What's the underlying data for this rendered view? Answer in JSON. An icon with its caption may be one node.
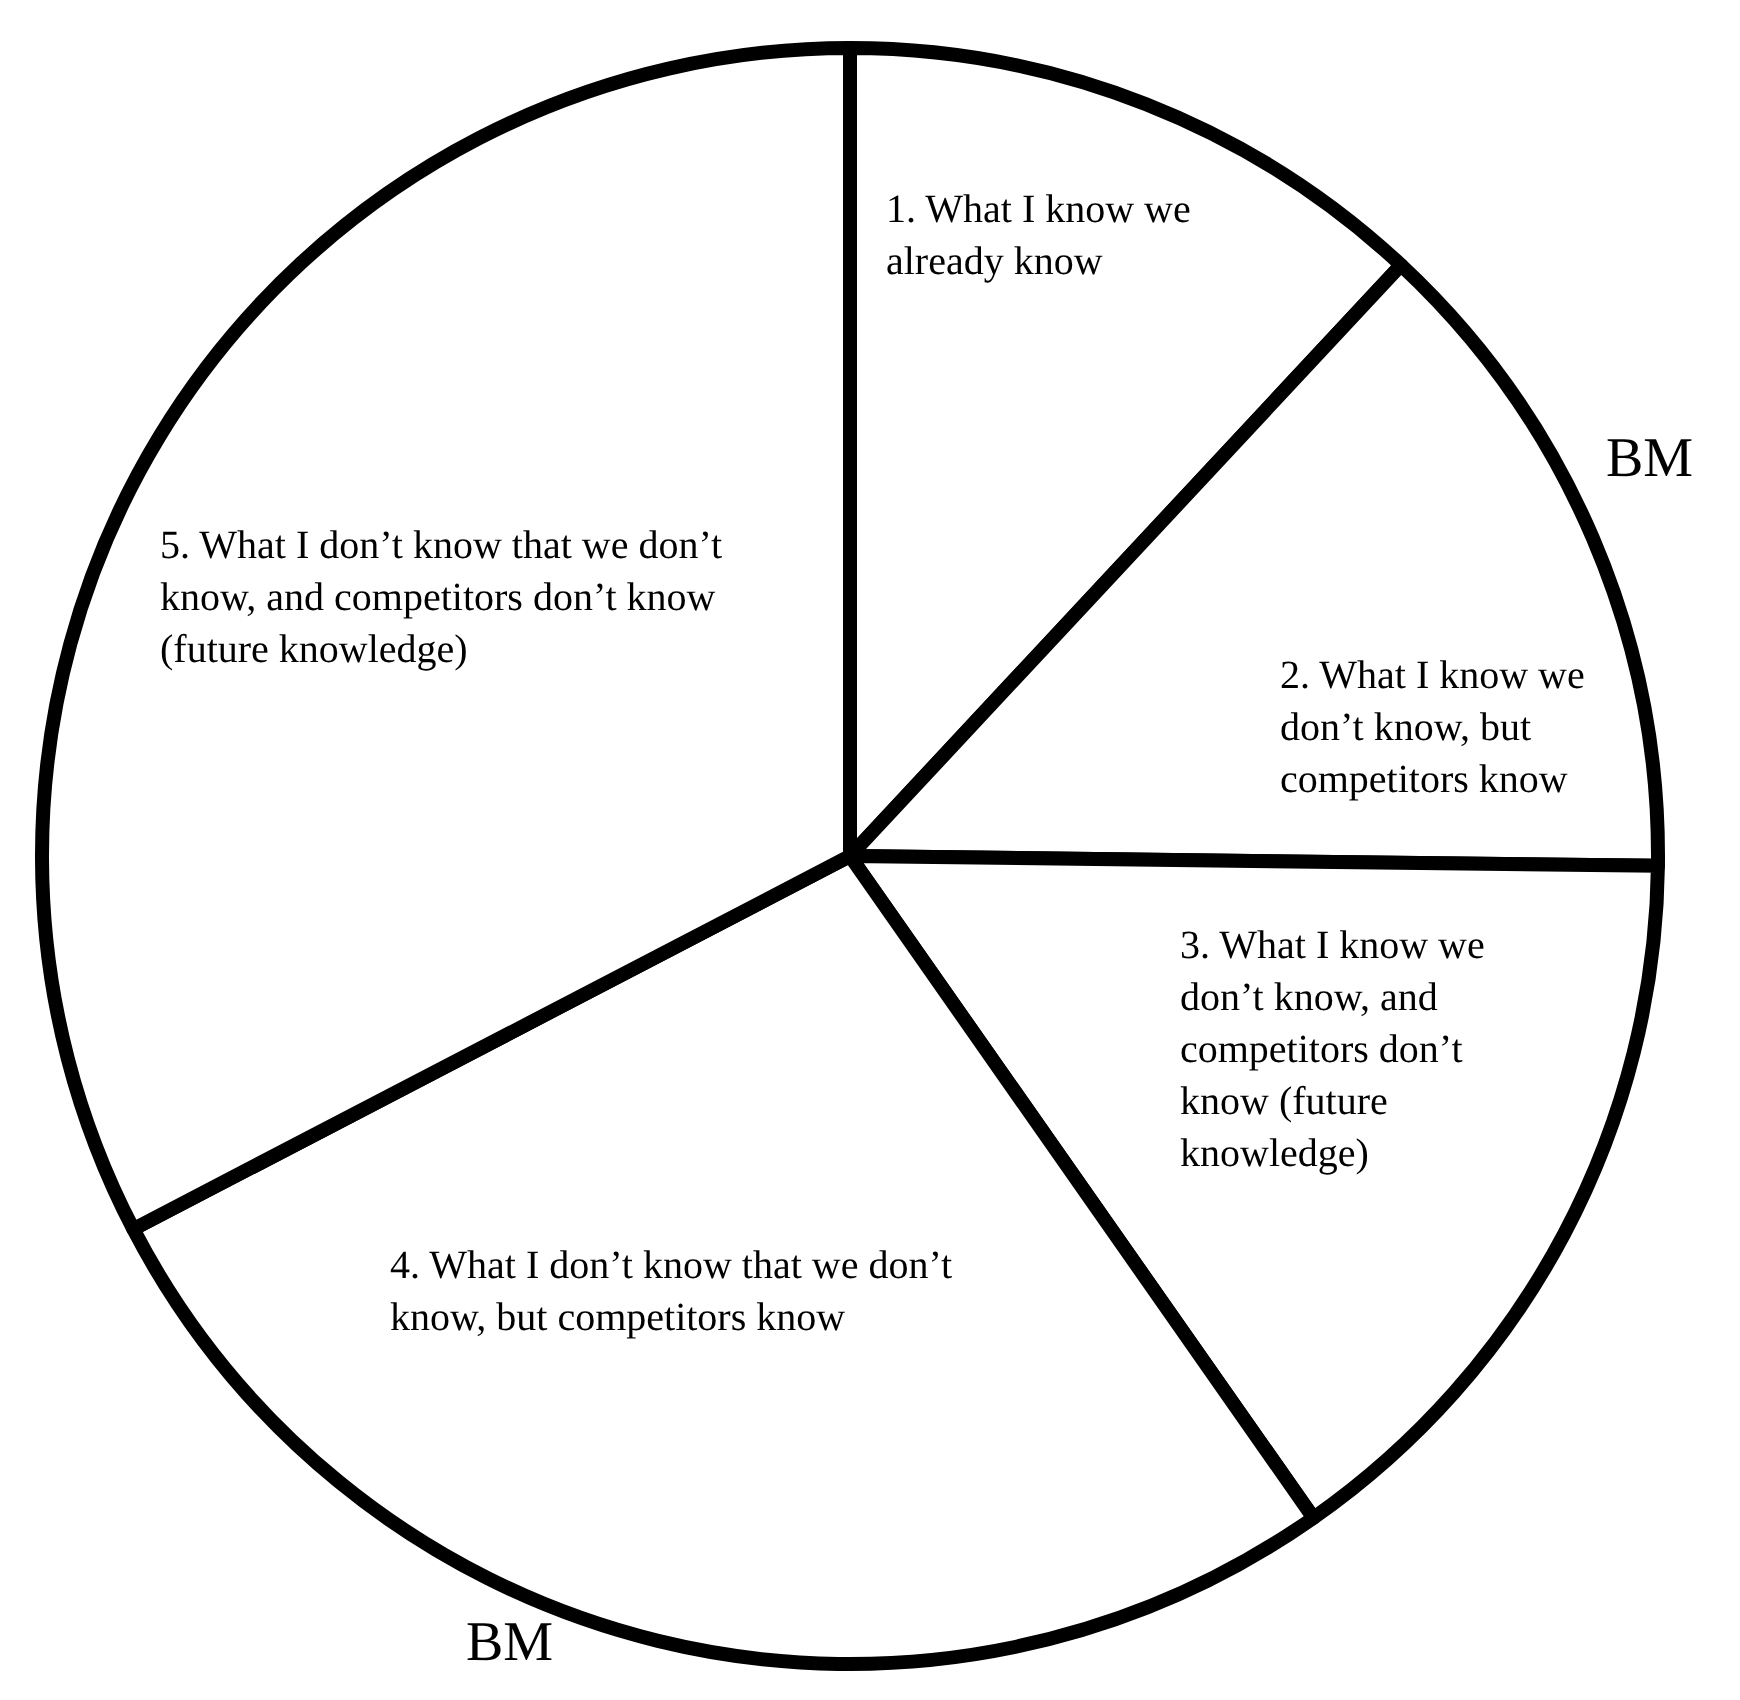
{
  "diagram": {
    "nodes": [
      {
        "text": [
          "1. What I know we already know"
        ]
      },
      {
        "text": [
          "2. What I know we don’t know, but competitors know"
        ]
      },
      {
        "text": [
          "3. What I know we don’t know, and competitors don’t know (future knowledge)"
        ]
      },
      {
        "text": [
          "4. What I don’t know that we don’t know, but competitors know"
        ]
      },
      {
        "text": [
          "5. What I don’t know that we don’t know, and competitors don’t know (future knowledge)"
        ]
      }
    ],
    "labels": [
      "BM",
      "BM"
    ]
  }
}
